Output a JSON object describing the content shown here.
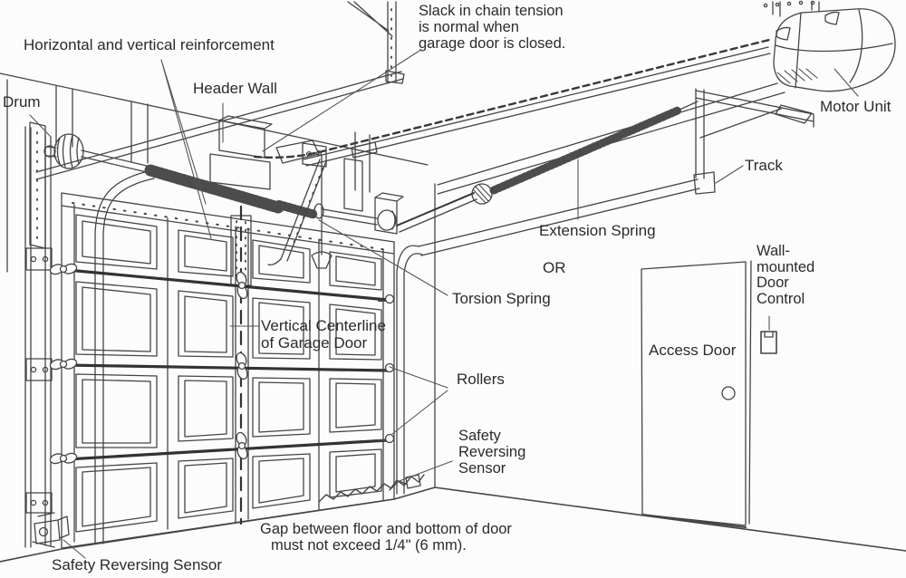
{
  "labels": {
    "reinforcement": "Horizontal and vertical reinforcement",
    "drum": "Drum",
    "header_wall": "Header Wall",
    "slack_note": [
      "Slack in chain tension",
      "is normal when",
      "garage door is closed."
    ],
    "motor_unit": "Motor Unit",
    "track": "Track",
    "extension_spring": "Extension Spring",
    "or_divider": "OR",
    "torsion_spring": "Torsion Spring",
    "wall_control": [
      "Wall-",
      "mounted",
      "Door",
      "Control"
    ],
    "access_door": "Access Door",
    "vertical_centerline": [
      "Vertical Centerline",
      "of Garage Door"
    ],
    "rollers": "Rollers",
    "safety_sensor_right": [
      "Safety",
      "Reversing",
      "Sensor"
    ],
    "gap_note": [
      "Gap between floor and bottom of door",
      "must not exceed 1/4\" (6 mm)."
    ],
    "safety_sensor_left": "Safety Reversing Sensor"
  },
  "colors": {
    "background": "#fcfcfc",
    "line": "#454545",
    "dark_line": "#333333",
    "text": "#2b2b2b"
  }
}
